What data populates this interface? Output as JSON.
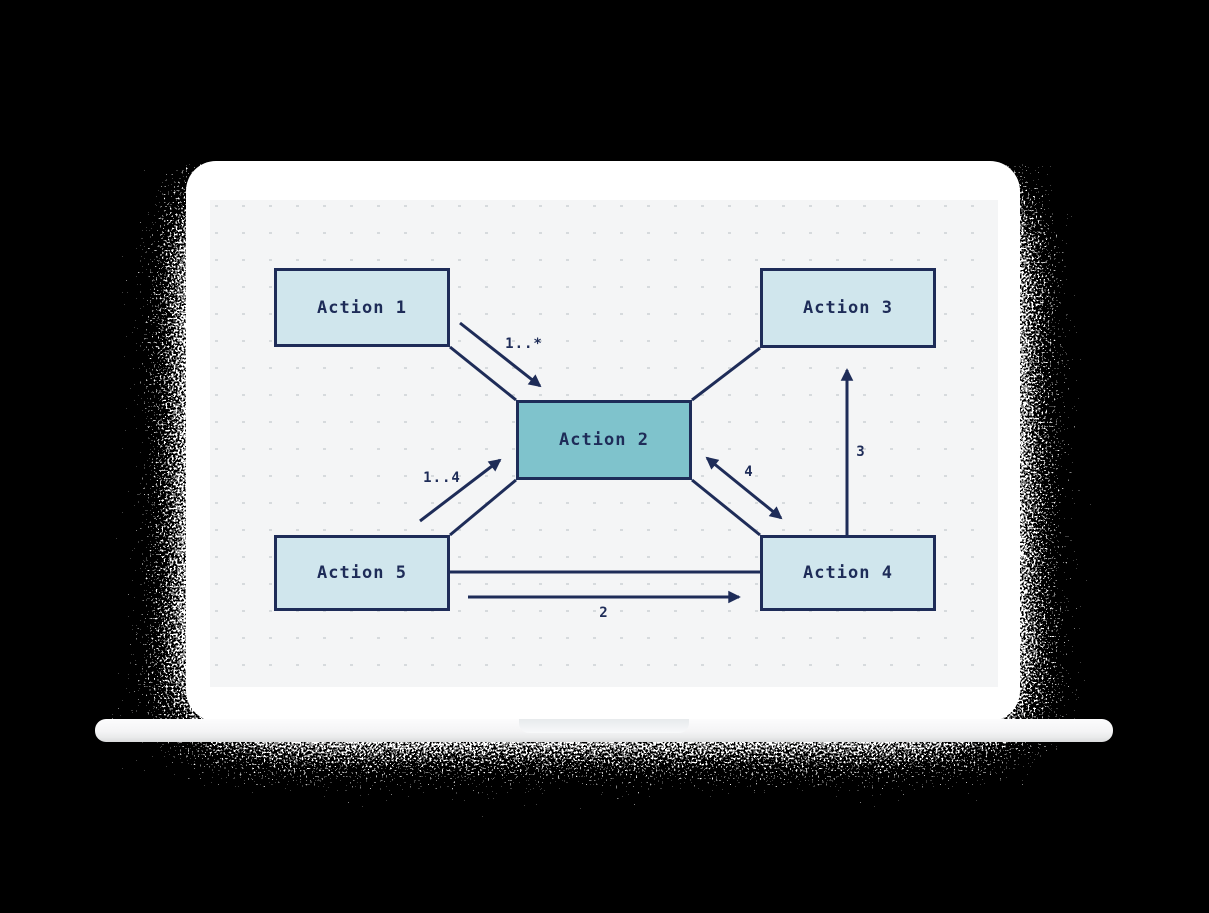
{
  "mockup": {
    "device": "laptop",
    "background_color": "#000000",
    "bezel_color": "#ffffff",
    "screen_color": "#f4f5f6",
    "dot_grid_color": "#d6dadd"
  },
  "diagram": {
    "stroke_color": "#1e2c58",
    "text_color": "#1e2c58",
    "node_fill": "#d0e6ed",
    "highlight_fill": "#7fc3cc",
    "nodes": [
      {
        "id": "action-1",
        "label": "Action 1",
        "fill": "#d0e6ed"
      },
      {
        "id": "action-2",
        "label": "Action 2",
        "fill": "#7fc3cc"
      },
      {
        "id": "action-3",
        "label": "Action 3",
        "fill": "#d0e6ed"
      },
      {
        "id": "action-4",
        "label": "Action 4",
        "fill": "#d0e6ed"
      },
      {
        "id": "action-5",
        "label": "Action 5",
        "fill": "#d0e6ed"
      }
    ],
    "edges": [
      {
        "from": "Action 1",
        "to": "Action 2",
        "label": "1..*",
        "arrows": "one-way"
      },
      {
        "from": "Action 5",
        "to": "Action 2",
        "label": "1..4",
        "arrows": "one-way"
      },
      {
        "from": "Action 2",
        "to": "Action 4",
        "label": "4",
        "arrows": "two-way"
      },
      {
        "from": "Action 4",
        "to": "Action 3",
        "label": "3",
        "arrows": "one-way"
      },
      {
        "from": "Action 5",
        "to": "Action 4",
        "label": "2",
        "arrows": "one-way"
      }
    ]
  }
}
